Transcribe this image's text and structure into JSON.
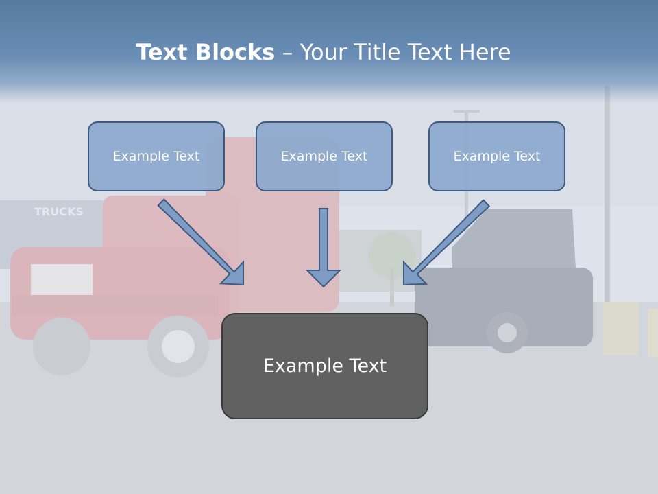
{
  "slide": {
    "title_bold": "Text Blocks",
    "title_rest": " – Your Title Text Here",
    "top_boxes": [
      {
        "label": "Example Text"
      },
      {
        "label": "Example Text"
      },
      {
        "label": "Example Text"
      }
    ],
    "bottom_box": {
      "label": "Example Text"
    },
    "background_sign": "TRUCKS"
  },
  "colors": {
    "header": "#5f82aa",
    "top_box_fill": "#8ca8cd",
    "top_box_border": "#3d5a80",
    "arrow_fill": "#7e9cc4",
    "bottom_box_fill": "#616161"
  }
}
